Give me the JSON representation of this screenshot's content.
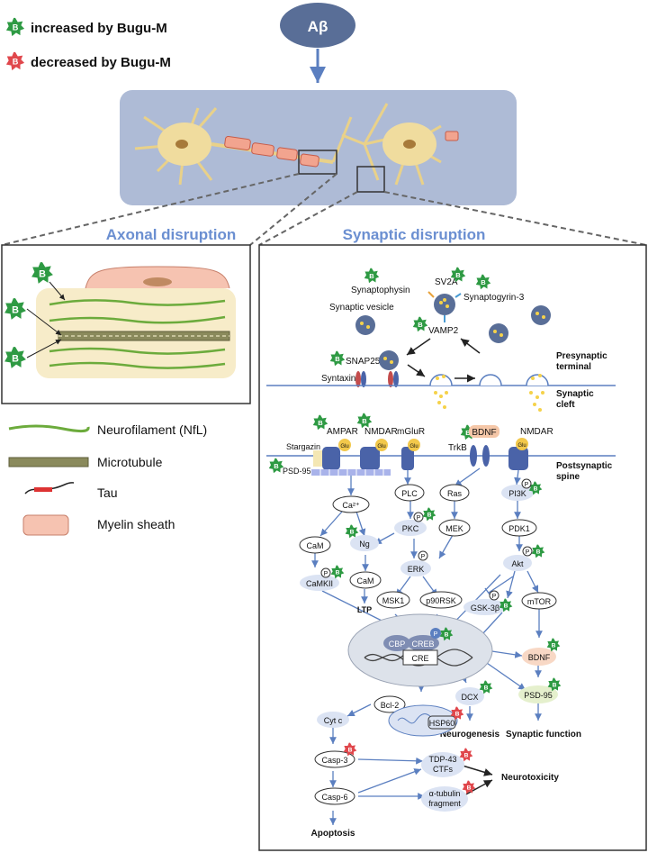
{
  "legend": {
    "badge_letter": "B",
    "increased": "increased by Bugu-M",
    "decreased": "decreased by Bugu-M",
    "increased_color": "#2e9a43",
    "decreased_color": "#e0474c"
  },
  "top": {
    "abeta": "Aβ"
  },
  "sections": {
    "axonal": "Axonal disruption",
    "synaptic": "Synaptic disruption"
  },
  "axon_legend": {
    "neurofilament": "Neurofilament (NfL)",
    "microtubule": "Microtubule",
    "tau": "Tau",
    "myelin": "Myelin sheath"
  },
  "pre": {
    "synaptophysin": "Synaptophysin",
    "sv2a": "SV2A",
    "synaptogyrin": "Synaptogyrin-3",
    "vesicle": "Synaptic vesicle",
    "vamp2": "VAMP2",
    "snap25": "SNAP25",
    "syntaxin": "Syntaxin"
  },
  "regions": {
    "presynaptic_1": "Presynaptic",
    "presynaptic_2": "terminal",
    "cleft_1": "Synaptic",
    "cleft_2": "cleft",
    "post_1": "Postsynaptic",
    "post_2": "spine"
  },
  "receptors": {
    "ampar": "AMPAR",
    "nmdar1": "NMDAR",
    "mglur": "mGluR",
    "bdnf": "BDNF",
    "trkb": "TrkB",
    "nmdar2": "NMDAR",
    "stargazin": "Stargazin",
    "psd95": "PSD-95",
    "glu": "Glu"
  },
  "nodes": {
    "ca": "Ca²⁺",
    "plc": "PLC",
    "ras": "Ras",
    "pi3k": "PI3K",
    "cam1": "CaM",
    "ng": "Ng",
    "cam2": "CaM",
    "pkc": "PKC",
    "mek": "MEK",
    "pdk1": "PDK1",
    "erk": "ERK",
    "akt": "Akt",
    "camkii": "CaMKII",
    "ltp": "LTP",
    "msk1": "MSK1",
    "p90rsk": "p90RSK",
    "gsk": "GSK-3β",
    "mtor": "mTOR",
    "cbp": "CBP",
    "creb": "CREB",
    "cre": "CRE",
    "bdnf2": "BDNF",
    "psd95b": "PSD-95",
    "dcx": "DCX",
    "neurogenesis": "Neurogenesis",
    "synaptic_function": "Synaptic function",
    "bcl2": "Bcl-2",
    "hsp60": "HSP60",
    "cytc": "Cyt c",
    "casp3": "Casp-3",
    "casp6": "Casp-6",
    "tdp_1": "TDP-43",
    "tdp_2": "CTFs",
    "tub_1": "α-tubulin",
    "tub_2": "fragment",
    "neurotoxicity": "Neurotoxicity",
    "apoptosis": "Apoptosis",
    "p": "P"
  }
}
